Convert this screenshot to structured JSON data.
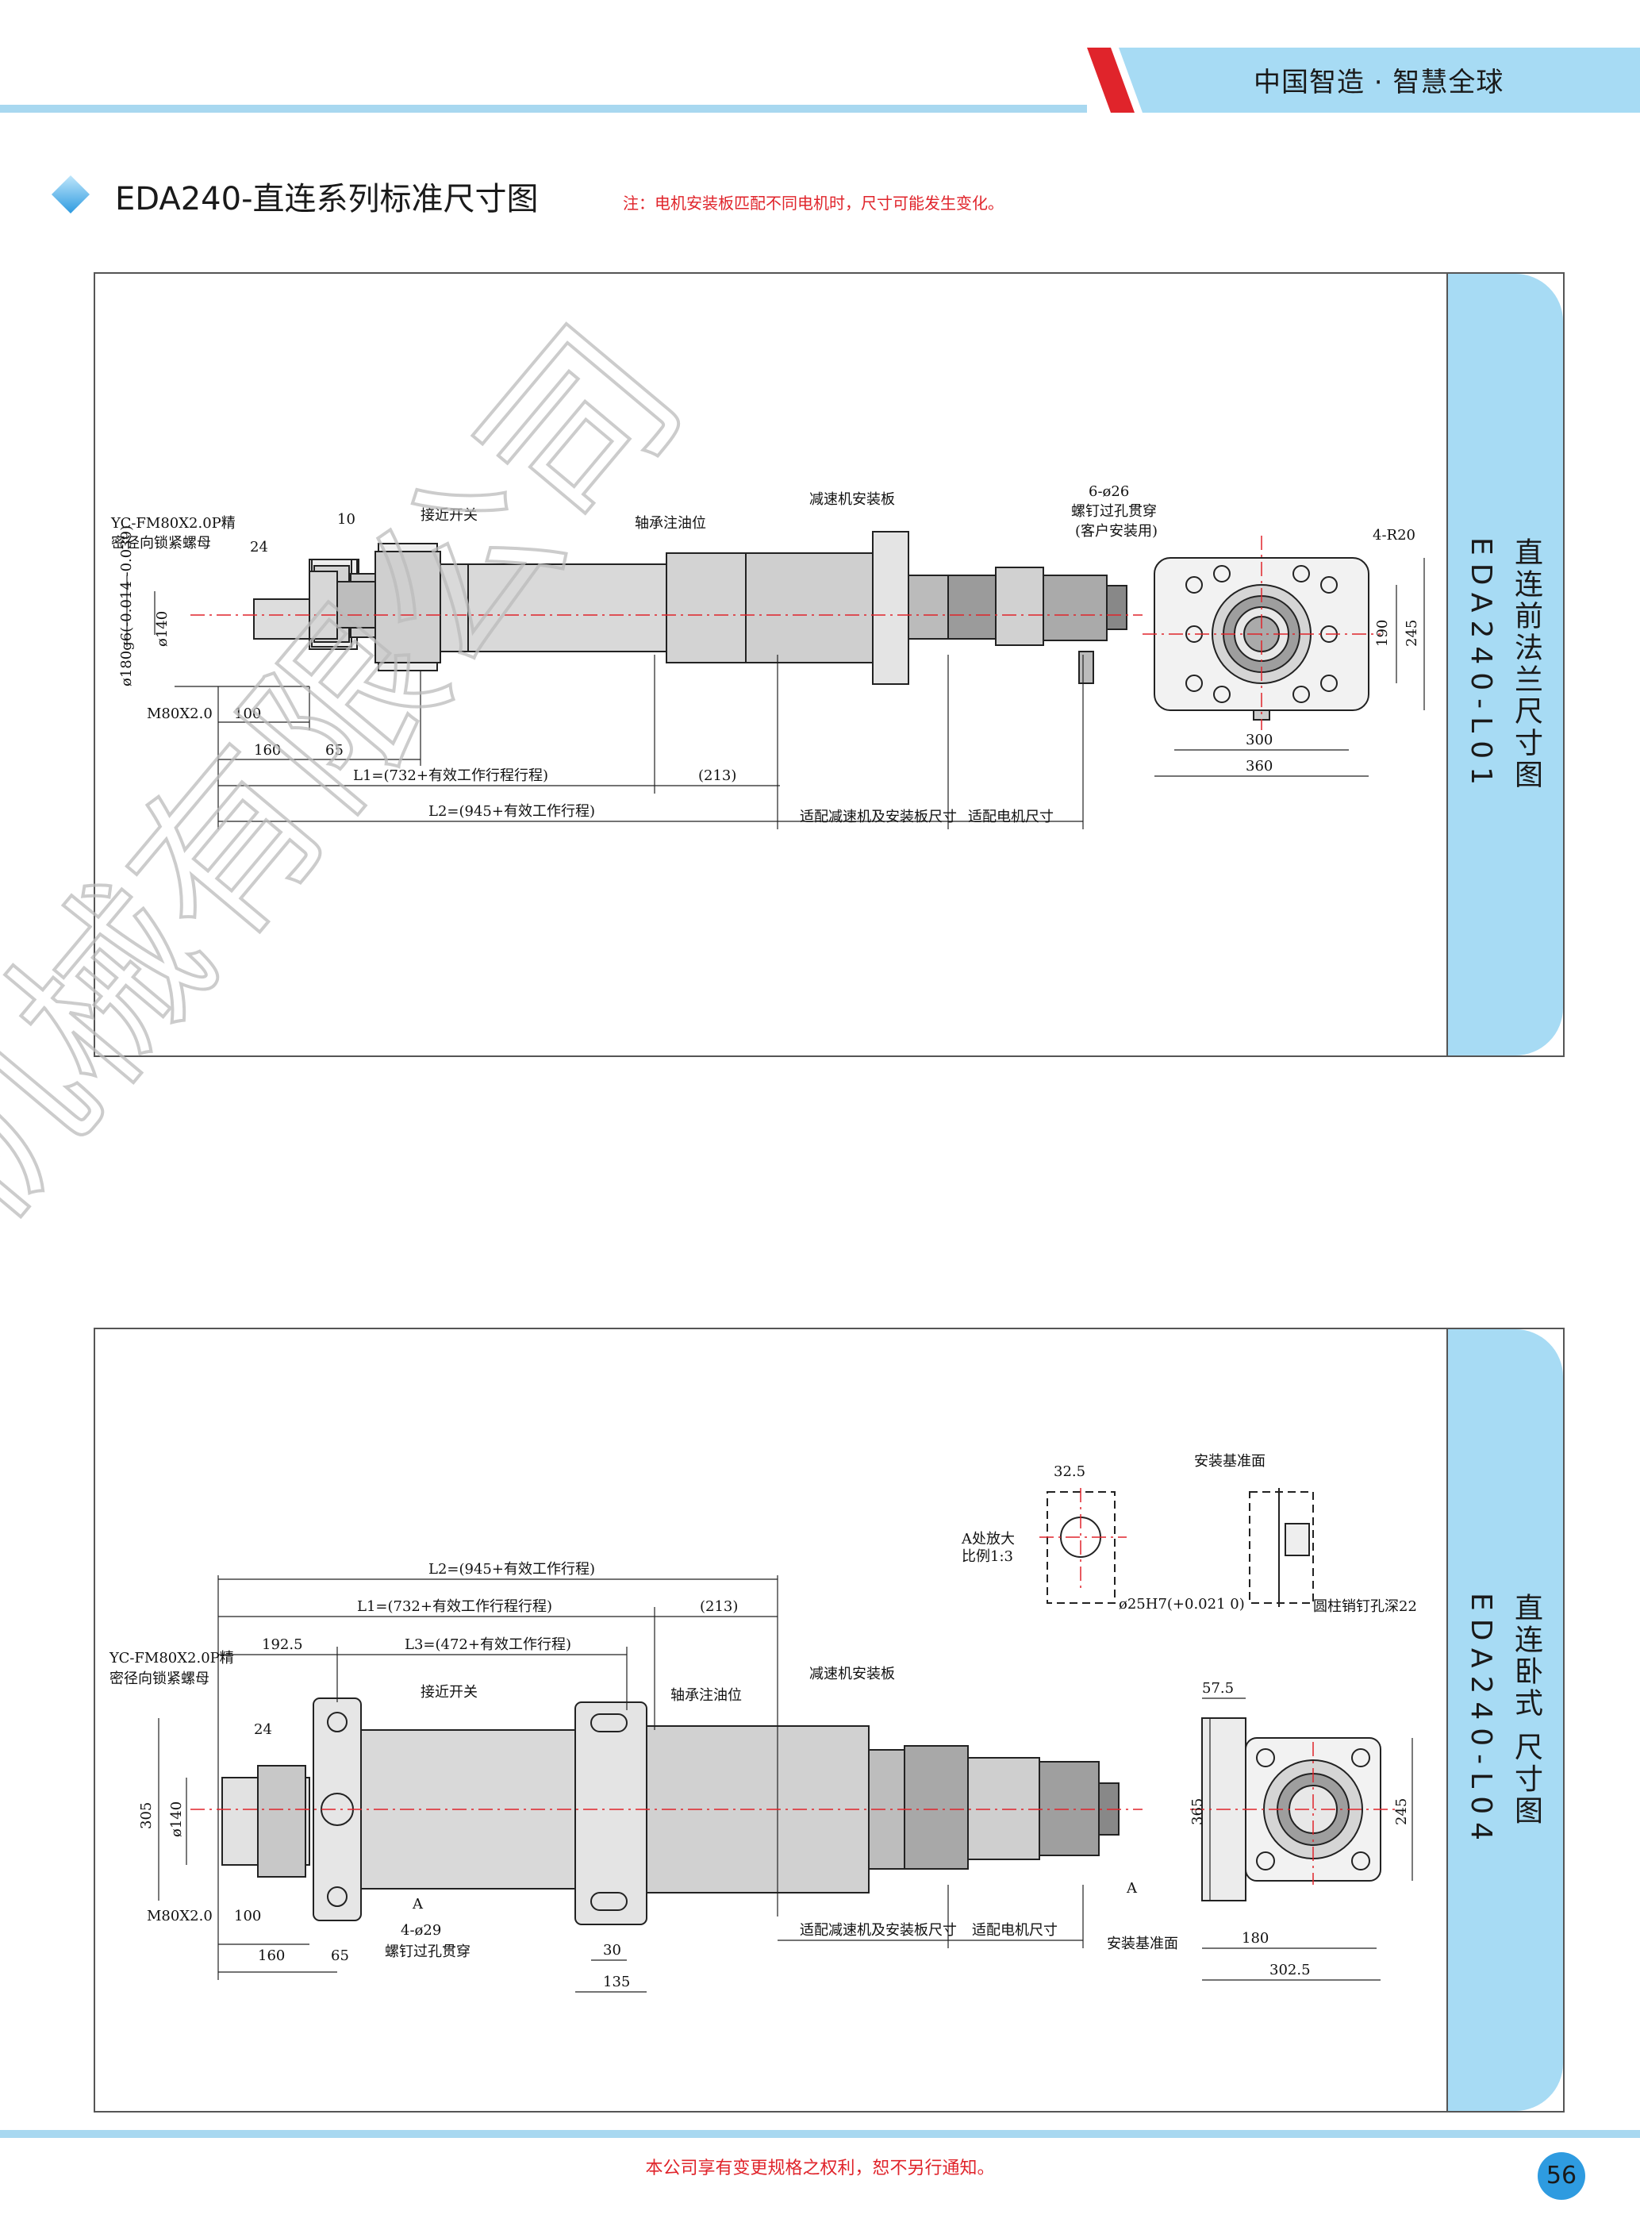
{
  "header": {
    "slogan": "中国智造 · 智慧全球"
  },
  "title": "EDA240-直连系列标准尺寸图",
  "note": "注：电机安装板匹配不同电机时，尺寸可能发生变化。",
  "watermark": "机械有限公司",
  "panel1": {
    "tab_title": "直连前法兰尺寸图",
    "tab_code": "EDA240-L01",
    "labels": {
      "nut": "YC-FM80X2.0P精",
      "nut2": "密径向锁紧螺母",
      "d10": "10",
      "switch": "接近开关",
      "oil": "轴承注油位",
      "plate": "减速机安装板",
      "holes": "6-ø26",
      "holes2": "螺钉过孔贯穿",
      "holes3": "(客户安装用)",
      "r20": "4-R20",
      "d24": "24",
      "d180": "ø180g6(-0.014 -0.039)",
      "d140": "ø140",
      "m80": "M80X2.0",
      "d100": "100",
      "d160": "160",
      "d65": "65",
      "l1": "L1=(732+有效工作行程行程)",
      "d213": "(213)",
      "l2": "L2=(945+有效工作行程)",
      "gear": "适配减速机及安装板尺寸",
      "motor": "适配电机尺寸",
      "d300": "300",
      "d360": "360",
      "d190": "190",
      "d245": "245"
    }
  },
  "panel2": {
    "tab_title": "直连卧式 尺寸图",
    "tab_code": "EDA240-L04",
    "labels": {
      "d325": "32.5",
      "base": "安装基准面",
      "detail": "A处放大",
      "scale": "比例1:3",
      "d25h7": "ø25H7(+0.021 0)",
      "pin": "圆柱销钉孔深22",
      "l2": "L2=(945+有效工作行程)",
      "l1": "L1=(732+有效工作行程行程)",
      "d213": "(213)",
      "nut": "YC-FM80X2.0P精",
      "nut2": "密径向锁紧螺母",
      "d1925": "192.5",
      "l3": "L3=(472+有效工作行程)",
      "d24": "24",
      "switch": "接近开关",
      "oil": "轴承注油位",
      "plate": "减速机安装板",
      "d575": "57.5",
      "d305": "305",
      "d140": "ø140",
      "d365": "365",
      "d245": "245",
      "a": "A",
      "a2": "A",
      "m80": "M80X2.0",
      "d100": "100",
      "d160": "160",
      "d65": "65",
      "holes": "4-ø29",
      "holes2": "螺钉过孔贯穿",
      "d30": "30",
      "d135": "135",
      "gear": "适配减速机及安装板尺寸",
      "motor": "适配电机尺寸",
      "d180": "180",
      "d3025": "302.5",
      "base2": "安装基准面"
    }
  },
  "footer": {
    "notice": "本公司享有变更规格之权利，恕不另行通知。",
    "page": "56"
  },
  "colors": {
    "accent": "#2e9be0",
    "tab": "#a7dbf4",
    "red": "#e0242b",
    "banner_red": "#e0242b"
  }
}
